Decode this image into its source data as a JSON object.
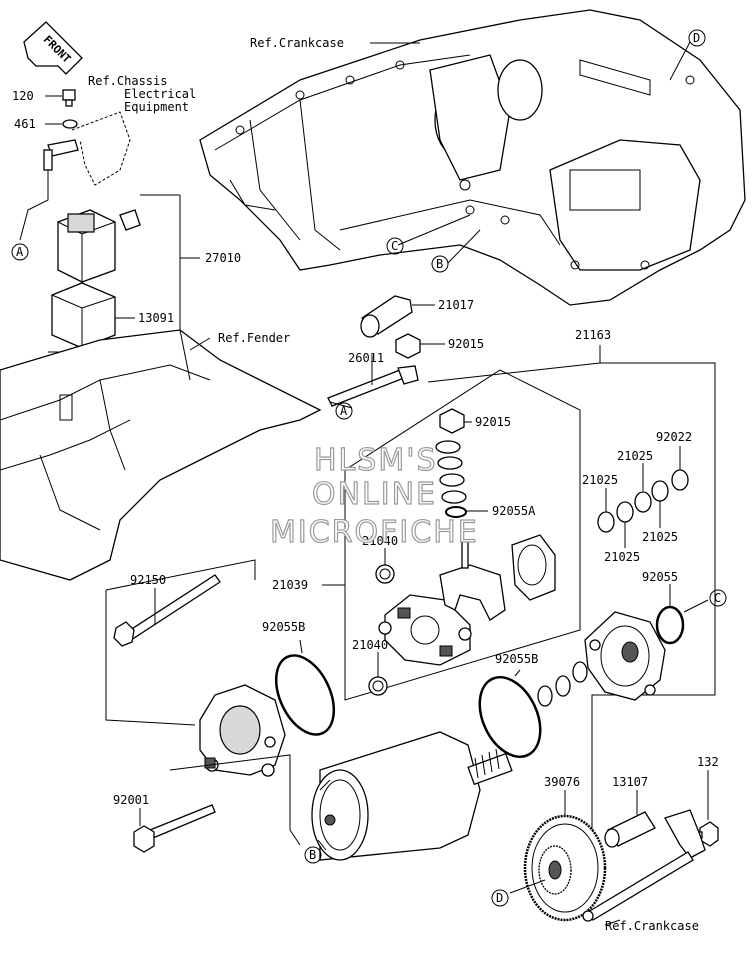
{
  "front_arrow": {
    "text": "FRONT"
  },
  "refs": {
    "crankcase_top": "Ref.Crankcase",
    "chassis_1": "Ref.Chassis",
    "chassis_2": "Electrical",
    "chassis_3": "Equipment",
    "fender": "Ref.Fender",
    "crankcase_bottom": "Ref.Crankcase"
  },
  "callouts": {
    "A_top": "A",
    "A_mid": "A",
    "B_top": "B",
    "B_bottom": "B",
    "C_top": "C",
    "C_right": "C",
    "D_top": "D",
    "D_bottom": "D"
  },
  "parts": {
    "p120": "120",
    "p461": "461",
    "p27010": "27010",
    "p13091": "13091",
    "p21017": "21017",
    "p92015a": "92015",
    "p26011": "26011",
    "p92015b": "92015",
    "p21163": "21163",
    "p92022": "92022",
    "p21025a": "21025",
    "p21025b": "21025",
    "p21025c": "21025",
    "p21025d": "21025",
    "p92055A": "92055A",
    "p21040a": "21040",
    "p21039": "21039",
    "p21040b": "21040",
    "p92055": "92055",
    "p92150": "92150",
    "p92055Ba": "92055B",
    "p92055Bb": "92055B",
    "p92001": "92001",
    "p39076": "39076",
    "p13107": "13107",
    "p132": "132"
  },
  "watermark": {
    "line1": "HLSM'S",
    "line2": "ONLINE",
    "line3": "MICROFICHE"
  }
}
